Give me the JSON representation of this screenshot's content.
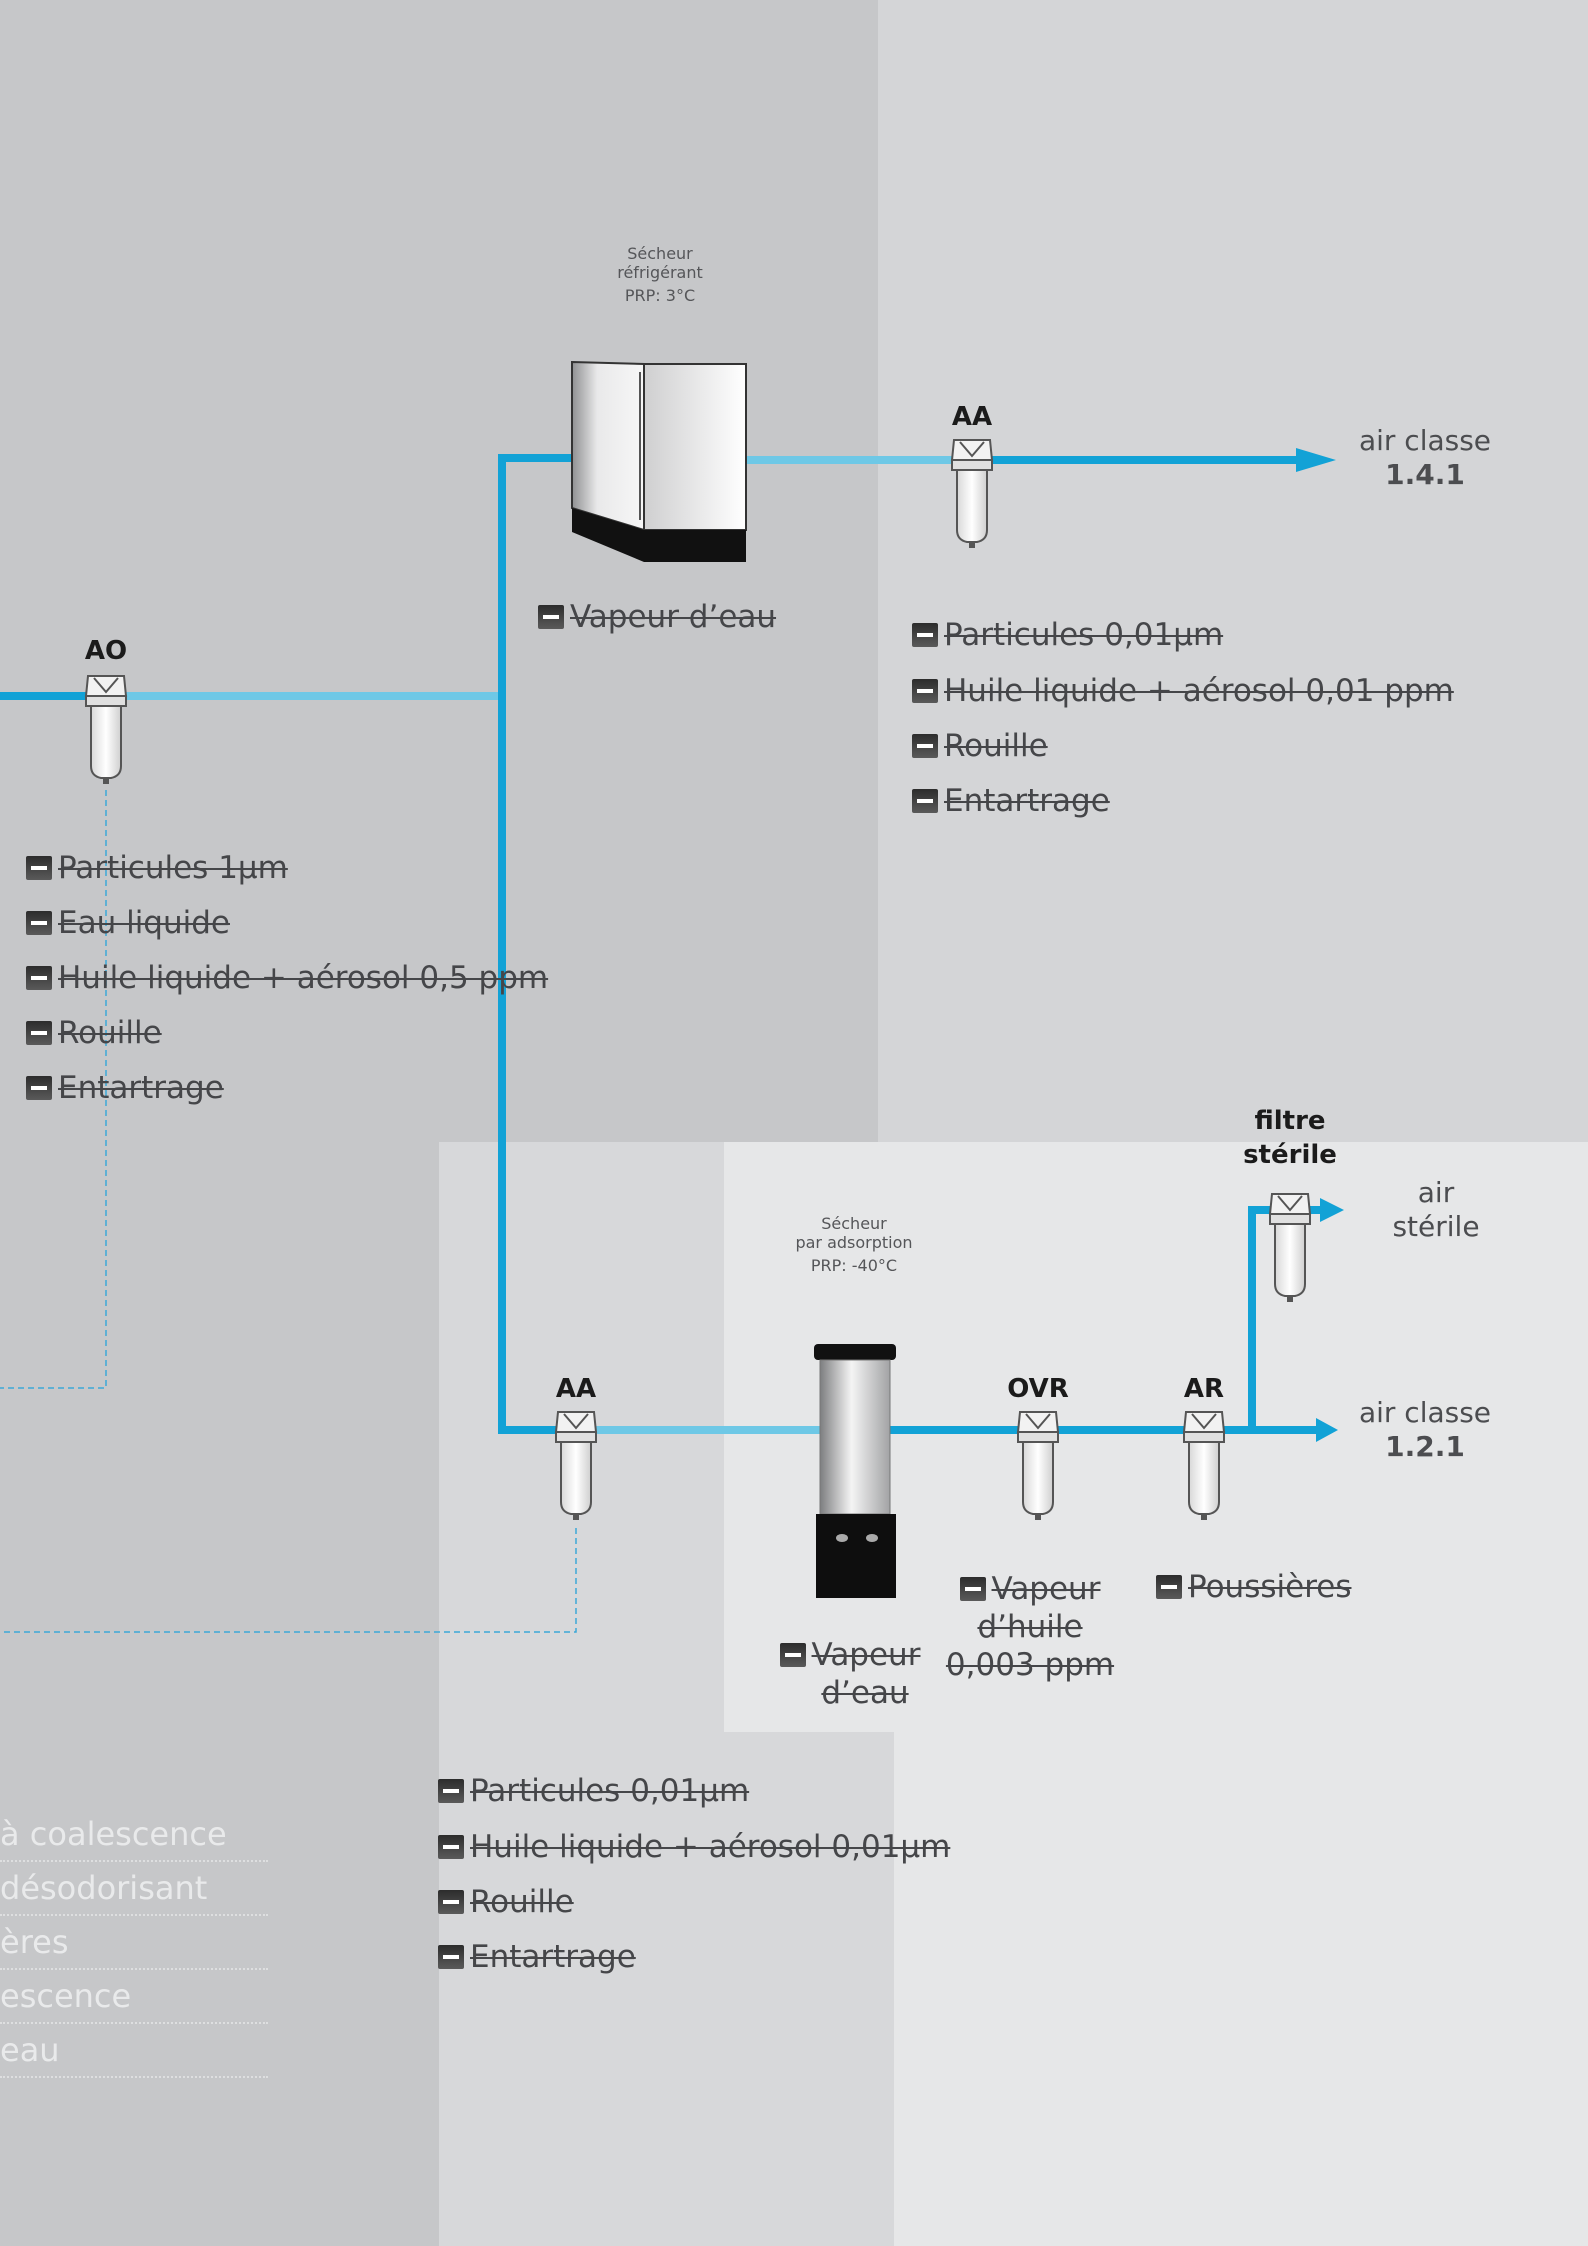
{
  "colors": {
    "pipe": "#12a2d6",
    "pipe_light": "#6ec8e6",
    "bg_left": "#c6c7c9",
    "bg_right": "#d4d5d7",
    "bg_lower": "#dcdddf",
    "bg_light": "#e6e7e8"
  },
  "refrigerant_dryer": {
    "title_line1": "Sécheur",
    "title_line2": "réfrigérant",
    "prp": "PRP: 3°C"
  },
  "adsorption_dryer": {
    "title_line1": "Sécheur",
    "title_line2": "par adsorption",
    "prp": "PRP: -40°C"
  },
  "filters": {
    "ao": "AO",
    "aa_top": "AA",
    "aa_bottom": "AA",
    "ovr": "OVR",
    "ar": "AR",
    "sterile_line1": "filtre",
    "sterile_line2": "stérile"
  },
  "outputs": {
    "class141_line1": "air classe",
    "class141_line2": "1.4.1",
    "class121_line1": "air classe",
    "class121_line2": "1.2.1",
    "sterile_line1": "air",
    "sterile_line2": "stérile"
  },
  "removals": {
    "refrigerant": [
      "Vapeur d’eau"
    ],
    "aa_top": [
      "Particules 0,01µm",
      "Huile liquide + aérosol 0,01 ppm",
      "Rouille",
      "Entartrage"
    ],
    "ao": [
      "Particules 1µm",
      "Eau liquide",
      "Huile liquide + aérosol 0,5 ppm",
      "Rouille",
      "Entartrage"
    ],
    "adsorption": {
      "line1": "Vapeur",
      "line2": "d’eau"
    },
    "ovr": {
      "line1": "Vapeur",
      "line2": "d’huile",
      "line3": "0,003 ppm"
    },
    "ar": [
      "Poussières"
    ],
    "aa_bottom": [
      "Particules 0,01µm",
      "Huile liquide + aérosol 0,01µm",
      "Rouille",
      "Entartrage"
    ]
  },
  "legend": [
    "à coalescence",
    "désodorisant",
    "ères",
    "escence",
    "eau"
  ]
}
